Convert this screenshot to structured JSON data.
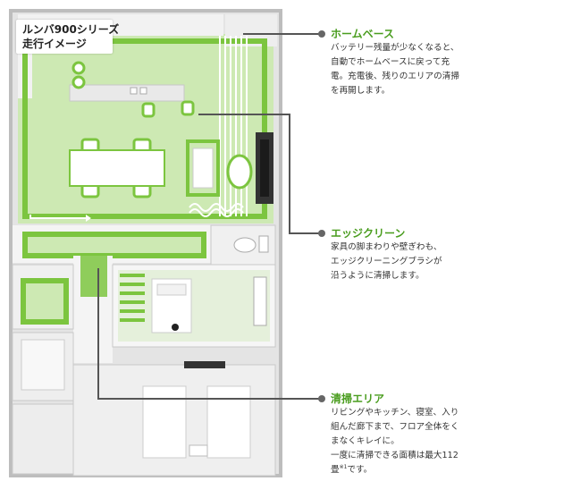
{
  "tag": {
    "line1": "ルンバ900シリーズ",
    "line2": "走行イメージ"
  },
  "annotations": [
    {
      "heading": "ホームベース",
      "lines": [
        "バッテリー残量が少なくなると、",
        "自動でホームベースに戻って充",
        "電。充電後、残りのエリアの清掃",
        "を再開します。"
      ]
    },
    {
      "heading": "エッジクリーン",
      "lines": [
        "家具の脚まわりや壁ぎわも、",
        "エッジクリーニングブラシが",
        "沿うように清掃します。"
      ]
    },
    {
      "heading": "清掃エリア",
      "lines": [
        "リビングやキッチン、寝室、入り",
        "組んだ廊下まで、フロア全体をく",
        "まなくキレイに。",
        "一度に清掃できる面積は最大112"
      ],
      "last_line_main": "畳",
      "last_line_sup": "※1",
      "last_line_end": "です。"
    }
  ],
  "colors": {
    "accent_green": "#4a9d1f",
    "path_green": "#7cc53f",
    "clean_area": "#cde9b3",
    "leader_line": "#555555",
    "dot": "#666666"
  }
}
